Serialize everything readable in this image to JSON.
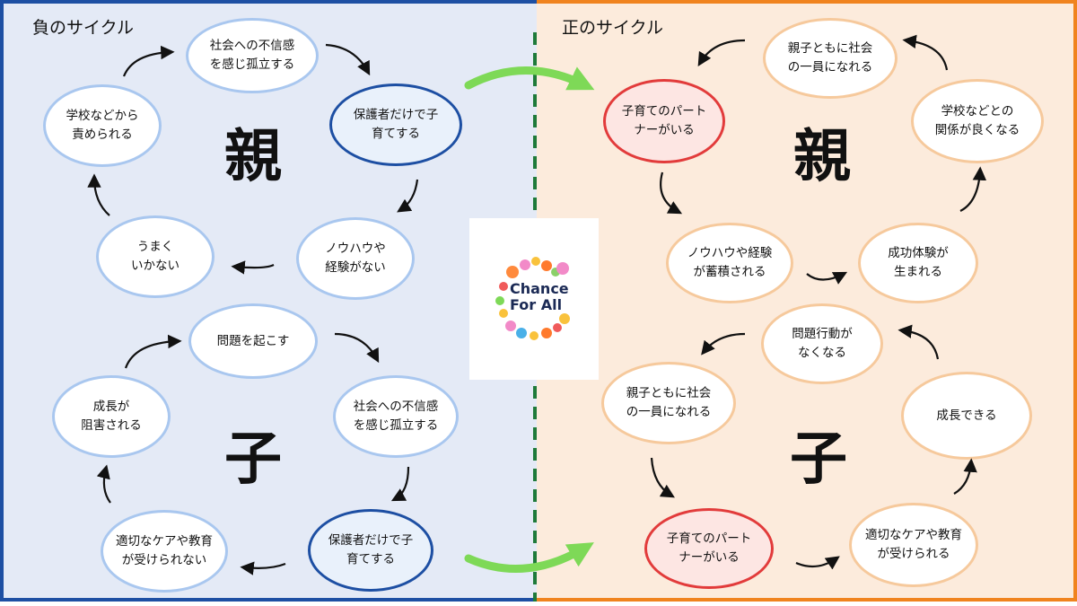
{
  "left": {
    "heading": "負のサイクル",
    "parent_char": "親",
    "child_char": "子",
    "nodes": [
      {
        "text": "社会への不信感\nを感じ孤立する"
      },
      {
        "text": "保護者だけで子\n育てする"
      },
      {
        "text": "ノウハウや\n経験がない"
      },
      {
        "text": "うまく\nいかない"
      },
      {
        "text": "学校などから\n責められる"
      },
      {
        "text": "問題を起こす"
      },
      {
        "text": "社会への不信感\nを感じ孤立する"
      },
      {
        "text": "保護者だけで子\n育てする"
      },
      {
        "text": "適切なケアや教育\nが受けられない"
      },
      {
        "text": "成長が\n阻害される"
      }
    ]
  },
  "right": {
    "heading": "正のサイクル",
    "parent_char": "親",
    "child_char": "子",
    "nodes": [
      {
        "text": "子育てのパート\nナーがいる"
      },
      {
        "text": "ノウハウや経験\nが蓄積される"
      },
      {
        "text": "成功体験が\n生まれる"
      },
      {
        "text": "学校などとの\n関係が良くなる"
      },
      {
        "text": "親子ともに社会\nの一員になれる"
      },
      {
        "text": "問題行動が\nなくなる"
      },
      {
        "text": "親子ともに社会\nの一員になれる"
      },
      {
        "text": "子育てのパート\nナーがいる"
      },
      {
        "text": "適切なケアや教育\nが受けられる"
      },
      {
        "text": "成長できる"
      }
    ]
  },
  "logo": {
    "text": "Chance\nFor All"
  },
  "colors": {
    "negative_border": "#1d4fa3",
    "positive_border": "#f0831e",
    "transition_arrow": "#7ed957",
    "divider": "#1e7a3a"
  }
}
